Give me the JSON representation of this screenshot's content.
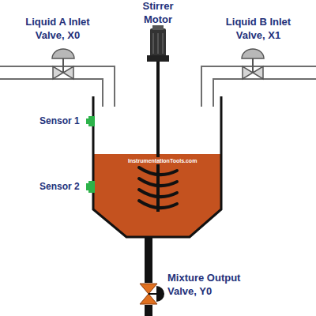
{
  "diagram": {
    "labels": [
      "Liquid A Inlet Valve, X0",
      "Stirrer Motor",
      "Liquid B Inlet Valve, X1",
      "Sensor 1",
      "Sensor 2",
      "InstrumentationTools.com",
      "Mixture Output Valve, Y0"
    ]
  }
}
